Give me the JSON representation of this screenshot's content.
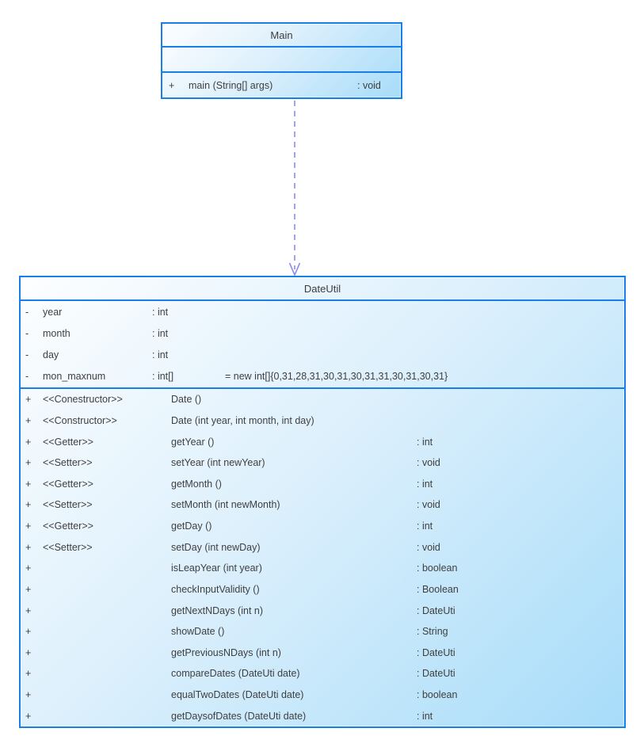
{
  "diagram": {
    "colors": {
      "box_border": "#1a7ee8",
      "box_fill_light": "#fdfeff",
      "box_fill_dark": "#a7dcf9",
      "text": "#3f3f3f",
      "arrow": "#8c8cf0"
    },
    "classes": [
      {
        "name": "Main",
        "attributes": [],
        "methods": [
          {
            "visibility": "+",
            "signature": "main (String[] args)",
            "returns": ": void"
          }
        ]
      },
      {
        "name": "DateUtil",
        "attributes": [
          {
            "visibility": "-",
            "name": "year",
            "type": ": int",
            "default": ""
          },
          {
            "visibility": "-",
            "name": "month",
            "type": ": int",
            "default": ""
          },
          {
            "visibility": "-",
            "name": "day",
            "type": ": int",
            "default": ""
          },
          {
            "visibility": "-",
            "name": "mon_maxnum",
            "type": ": int[]",
            "default": "= new int[]{0,31,28,31,30,31,30,31,31,30,31,30,31}"
          }
        ],
        "methods": [
          {
            "visibility": "+",
            "stereotype": "<<Conestructor>>",
            "signature": "Date ()",
            "returns": ""
          },
          {
            "visibility": "+",
            "stereotype": "<<Constructor>>",
            "signature": "Date (int year, int month, int day)",
            "returns": ""
          },
          {
            "visibility": "+",
            "stereotype": "<<Getter>>",
            "signature": "getYear ()",
            "returns": ": int"
          },
          {
            "visibility": "+",
            "stereotype": "<<Setter>>",
            "signature": "setYear (int newYear)",
            "returns": ": void"
          },
          {
            "visibility": "+",
            "stereotype": "<<Getter>>",
            "signature": "getMonth ()",
            "returns": ": int"
          },
          {
            "visibility": "+",
            "stereotype": "<<Setter>>",
            "signature": "setMonth (int newMonth)",
            "returns": ": void"
          },
          {
            "visibility": "+",
            "stereotype": "<<Getter>>",
            "signature": "getDay ()",
            "returns": ": int"
          },
          {
            "visibility": "+",
            "stereotype": "<<Setter>>",
            "signature": "setDay (int newDay)",
            "returns": ": void"
          },
          {
            "visibility": "+",
            "stereotype": "",
            "signature": "isLeapYear (int year)",
            "returns": ": boolean"
          },
          {
            "visibility": "+",
            "stereotype": "",
            "signature": "checkInputValidity ()",
            "returns": ": Boolean"
          },
          {
            "visibility": "+",
            "stereotype": "",
            "signature": "getNextNDays (int n)",
            "returns": ": DateUti"
          },
          {
            "visibility": "+",
            "stereotype": "",
            "signature": "showDate ()",
            "returns": ": String"
          },
          {
            "visibility": "+",
            "stereotype": "",
            "signature": "getPreviousNDays (int n)",
            "returns": ": DateUti"
          },
          {
            "visibility": "+",
            "stereotype": "",
            "signature": "compareDates (DateUti date)",
            "returns": ": DateUti"
          },
          {
            "visibility": "+",
            "stereotype": "",
            "signature": "equalTwoDates (DateUti date)",
            "returns": ": boolean"
          },
          {
            "visibility": "+",
            "stereotype": "",
            "signature": "getDaysofDates (DateUti date)",
            "returns": ": int"
          }
        ]
      }
    ],
    "relation": {
      "type": "dashed dependency arrow",
      "from": "Main",
      "to": "DateUtil"
    }
  }
}
